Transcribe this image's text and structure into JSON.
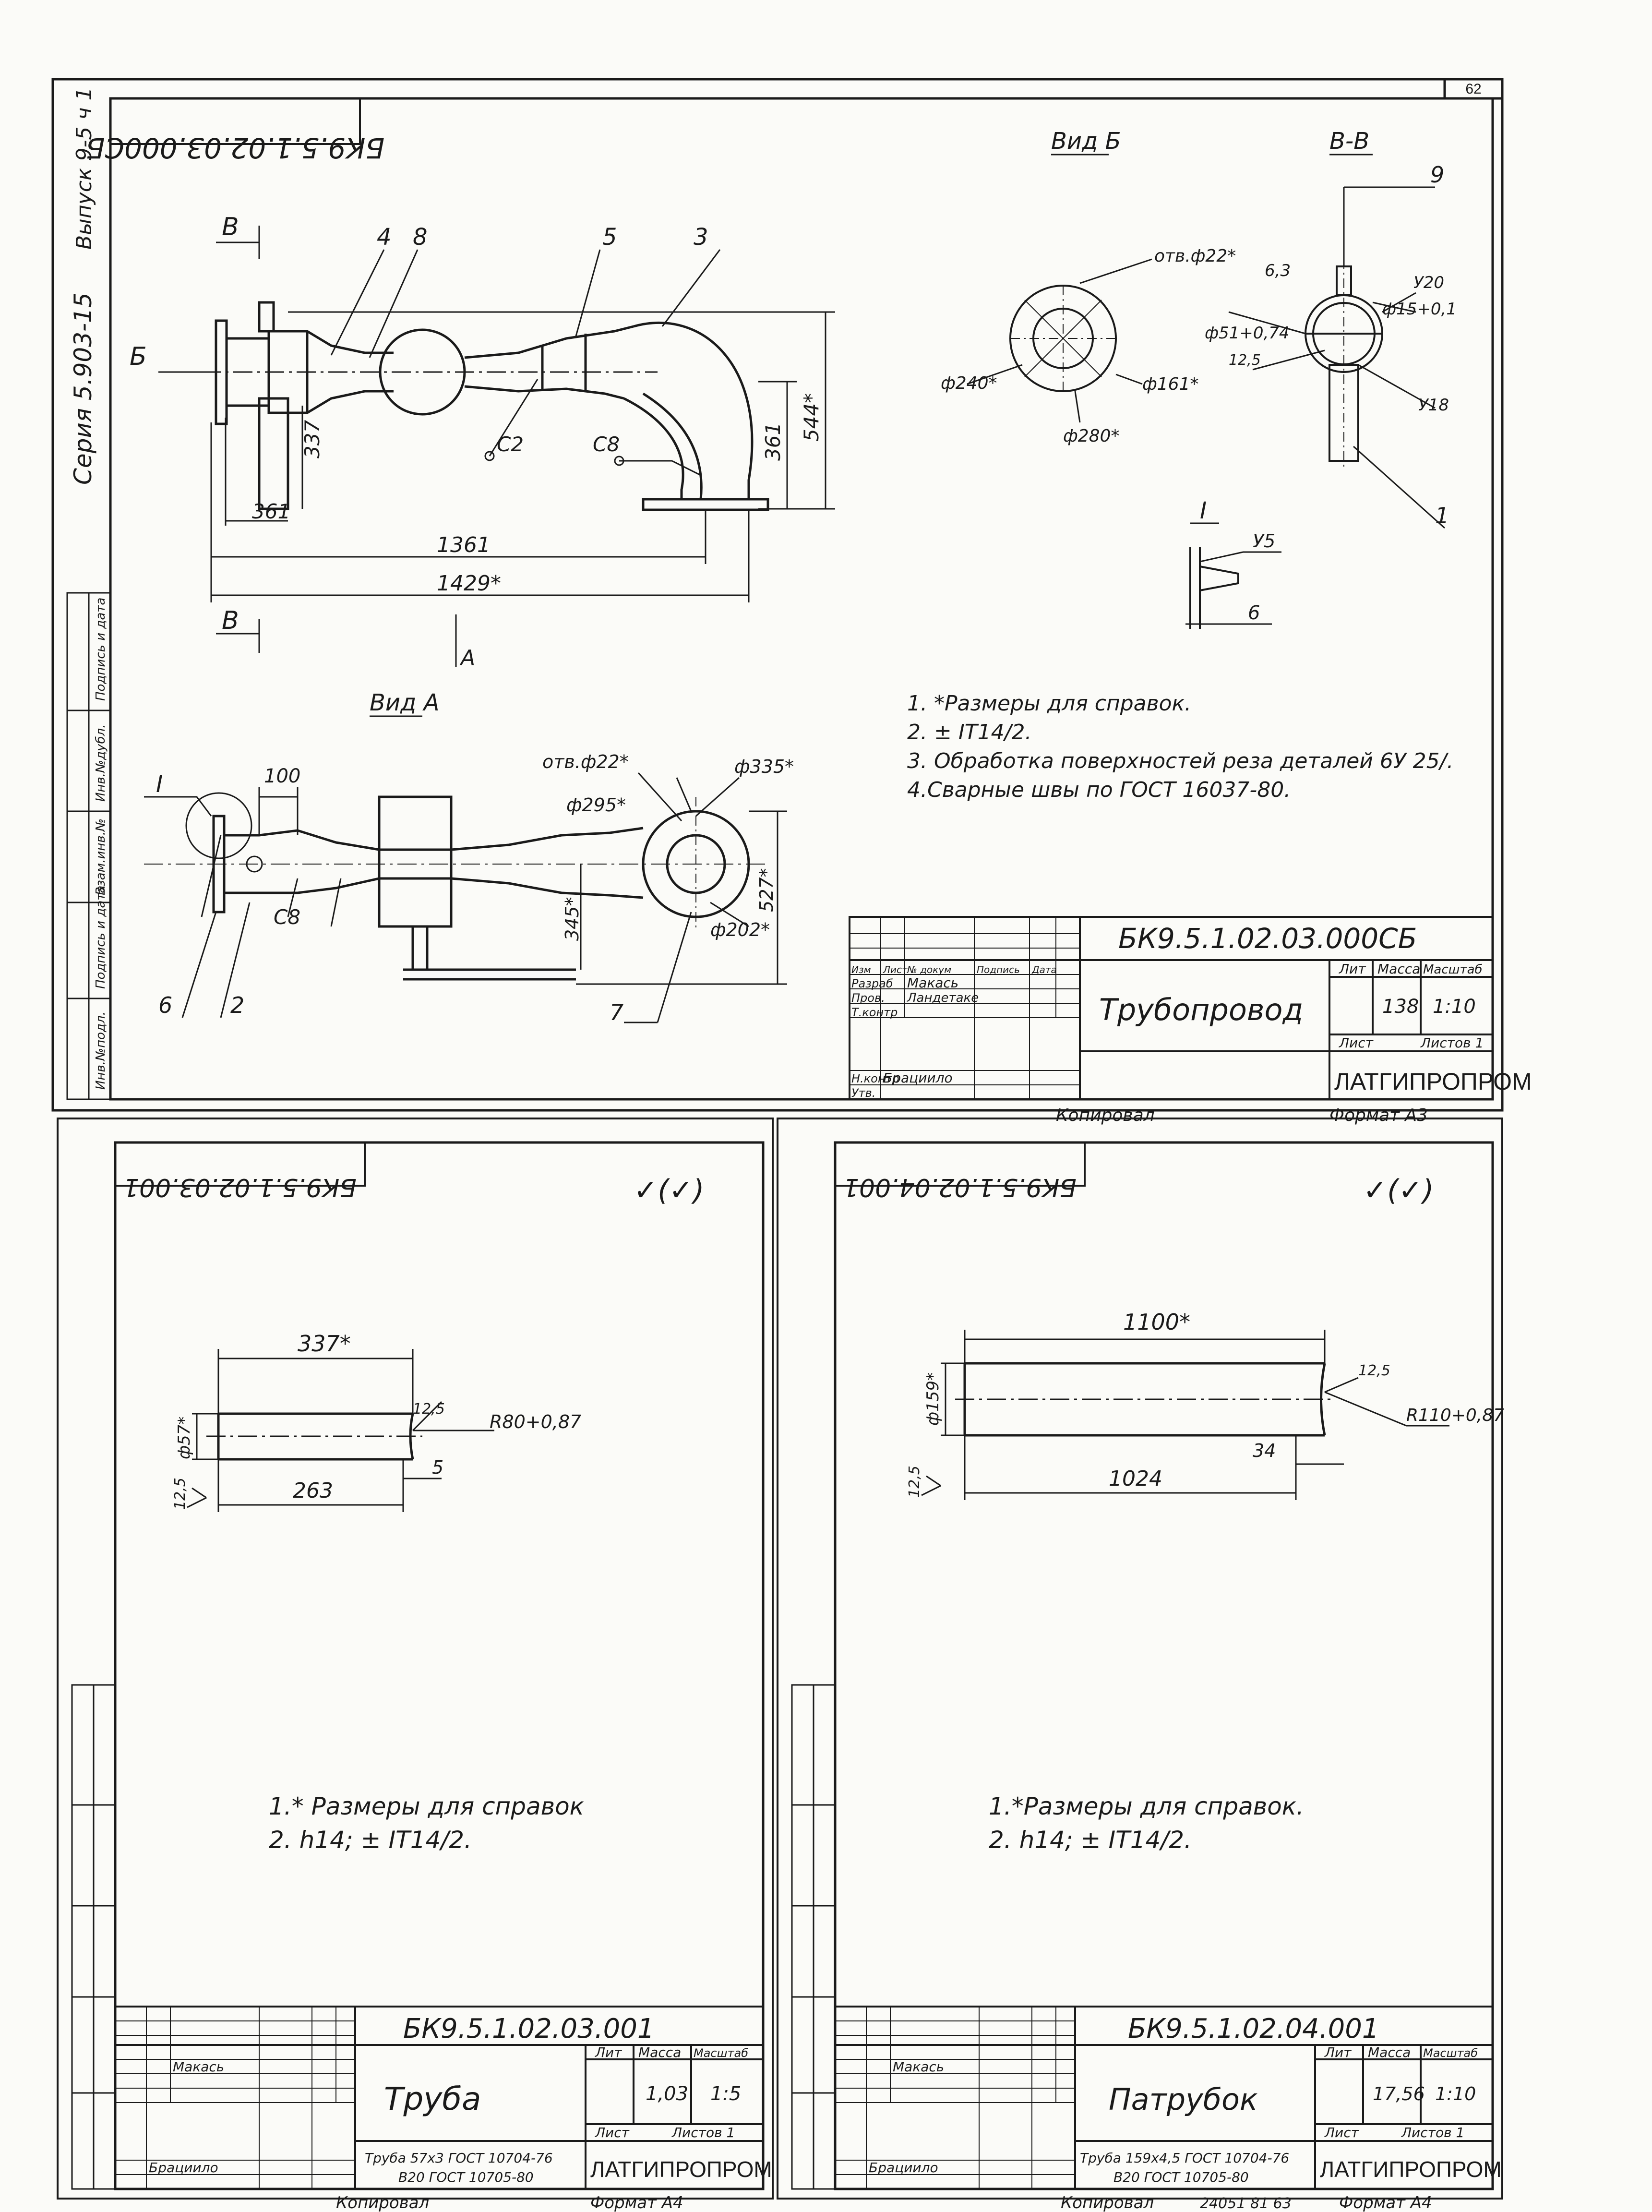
{
  "page_number": "62",
  "sheet_main": {
    "mirrored_code": "БК9.5.1.02.03.000СБ",
    "series": "Серия 5.903-15",
    "issue": "Выпуск 9-5 ч 1",
    "view_b_title": "Вид Б",
    "section_title": "В-В",
    "view_a_title": "Вид А",
    "detail_title": "I",
    "section_marks": {
      "v": "В",
      "b": "Б",
      "a": "А"
    },
    "pos_labels": [
      "4",
      "8",
      "5",
      "3",
      "9",
      "1",
      "6",
      "2",
      "7"
    ],
    "dims_main": [
      "337",
      "361",
      "361",
      "1361",
      "1429*",
      "544*"
    ],
    "weld_marks": [
      "С2",
      "С8",
      "С8"
    ],
    "dims_b": [
      "отв.ф22*",
      "ф240*",
      "ф161*",
      "ф280*"
    ],
    "dims_section": [
      "6,3",
      "У20",
      "ф51+0,74",
      "ф15+0,1",
      "12,5",
      "У18"
    ],
    "dims_detail": [
      "У5",
      "6"
    ],
    "dims_a": [
      "100",
      "отв.ф22*",
      "ф295*",
      "ф335*",
      "345*",
      "527*",
      "ф202*"
    ],
    "notes": [
      "1. *Размеры для справок.",
      "2. ± IT14/2.",
      "3. Обработка поверхностей реза деталей 6У 25/.",
      "4.Сварные швы по ГОСТ 16037-80."
    ],
    "left_strip": [
      "Инв.№подл.",
      "Подпись и дата",
      "Взам.инв.№",
      "Инв.№дубл.",
      "Подпись и дата"
    ],
    "title_block": {
      "code": "БК9.5.1.02.03.000СБ",
      "name": "Трубопровод",
      "lit_h": "Лит",
      "mass_h": "Масса",
      "scale_h": "Масштаб",
      "mass": "138",
      "scale": "1:10",
      "sheet_h": "Лист",
      "sheets_h": "Листов 1",
      "org": "ЛАТГИПРОПРОМ",
      "roles": [
        "Изм",
        "Лист",
        "№ докум",
        "Подпись",
        "Дата",
        "Разраб",
        "Пров.",
        "Т.контр",
        "Н.контр",
        "Утв."
      ],
      "people": [
        "Макась",
        "Ландетаке",
        "Брациило"
      ]
    },
    "copied": "Копировал",
    "format": "Формат А3"
  },
  "sheet_left": {
    "mirrored_code": "БК9.5.1.02.03.001",
    "roughness": "✓(✓)",
    "dims": [
      "337*",
      "ф57*",
      "12,5",
      "R80+0,87",
      "5",
      "263",
      "12,5"
    ],
    "notes": [
      "1.* Размеры для справок",
      "2. h14; ± IT14/2."
    ],
    "title_block": {
      "code": "БК9.5.1.02.03.001",
      "name": "Труба",
      "lit_h": "Лит",
      "mass_h": "Масса",
      "scale_h": "Масштаб",
      "mass": "1,03",
      "scale": "1:5",
      "sheet_h": "Лист",
      "sheets_h": "Листов 1",
      "org": "ЛАТГИПРОПРОМ",
      "material_1": "Труба 57х3 ГОСТ 10704-76",
      "material_2": "В20 ГОСТ 10705-80",
      "people": [
        "Макась",
        "Брациило"
      ]
    },
    "copied": "Копировал",
    "format": "Формат А4"
  },
  "sheet_right": {
    "mirrored_code": "БК9.5.1.02.04.001",
    "roughness": "✓(✓)",
    "dims": [
      "1100*",
      "ф159*",
      "12,5",
      "R110+0,87",
      "34",
      "1024",
      "12,5"
    ],
    "notes": [
      "1.*Размеры для справок.",
      "2. h14; ± IT14/2."
    ],
    "title_block": {
      "code": "БК9.5.1.02.04.001",
      "name": "Патрубок",
      "lit_h": "Лит",
      "mass_h": "Масса",
      "scale_h": "Масштаб",
      "mass": "17,56",
      "scale": "1:10",
      "sheet_h": "Лист",
      "sheets_h": "Листов 1",
      "org": "ЛАТГИПРОПРОМ",
      "material_1": "Труба 159х4,5 ГОСТ 10704-76",
      "material_2": "В20 ГОСТ 10705-80",
      "people": [
        "Макась",
        "Брациило"
      ]
    },
    "copied": "Копировал",
    "stamp": "24051 81 63",
    "format": "Формат А4"
  }
}
